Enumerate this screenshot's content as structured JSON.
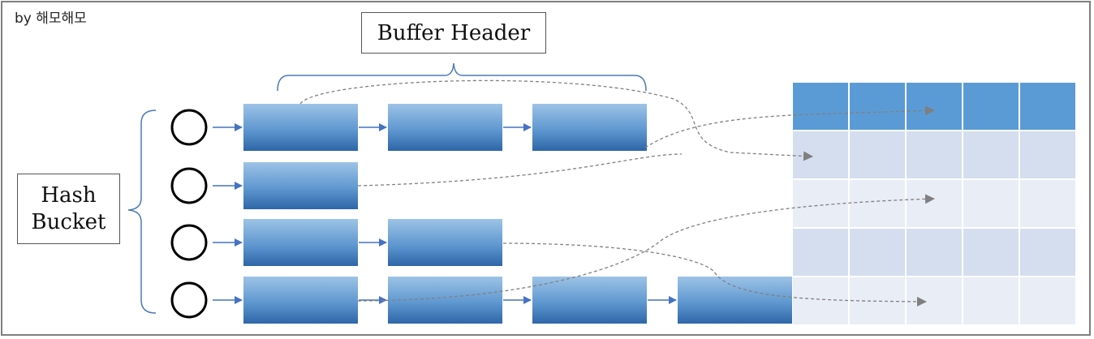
{
  "credit": "by 해모해모",
  "labels": {
    "buffer_header": "Buffer Header",
    "hash_bucket_line1": "Hash",
    "hash_bucket_line2": "Bucket"
  },
  "colors": {
    "header_row": "#5b9bd5",
    "cell_dark": "#d4deef",
    "cell_light": "#e9edf5",
    "arrow": "#4472c4",
    "dashed": "#808080",
    "brace": "#4a7ab8"
  },
  "structure": {
    "chains": [
      3,
      1,
      2,
      4
    ],
    "grid_rows": 5,
    "grid_cols": 5
  }
}
